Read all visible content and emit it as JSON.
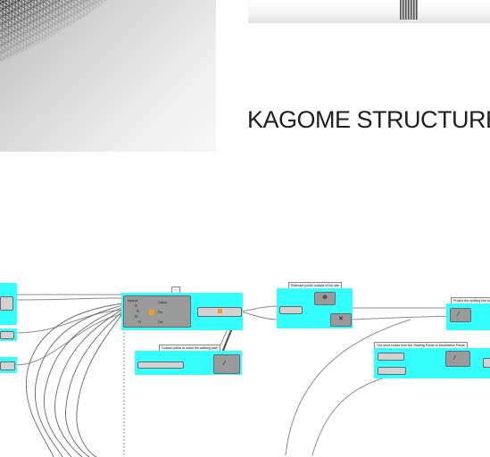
{
  "document": {
    "title": "KAGOME STRUCTURE"
  },
  "canvas": {
    "group_labels": [
      "Relevant points outside of the site",
      "Project the splitting line to...",
      "Coarse points to make the walking path",
      "The short routes from the Starting Points to Destination Points"
    ],
    "analysis_panel": {
      "inputs": [
        "Input pt",
        "Pt",
        "Pt",
        "Pt",
        "Pt"
      ],
      "outputs": [
        "Output",
        "Pts",
        "Out"
      ]
    },
    "accent_color": "#33ffff"
  }
}
